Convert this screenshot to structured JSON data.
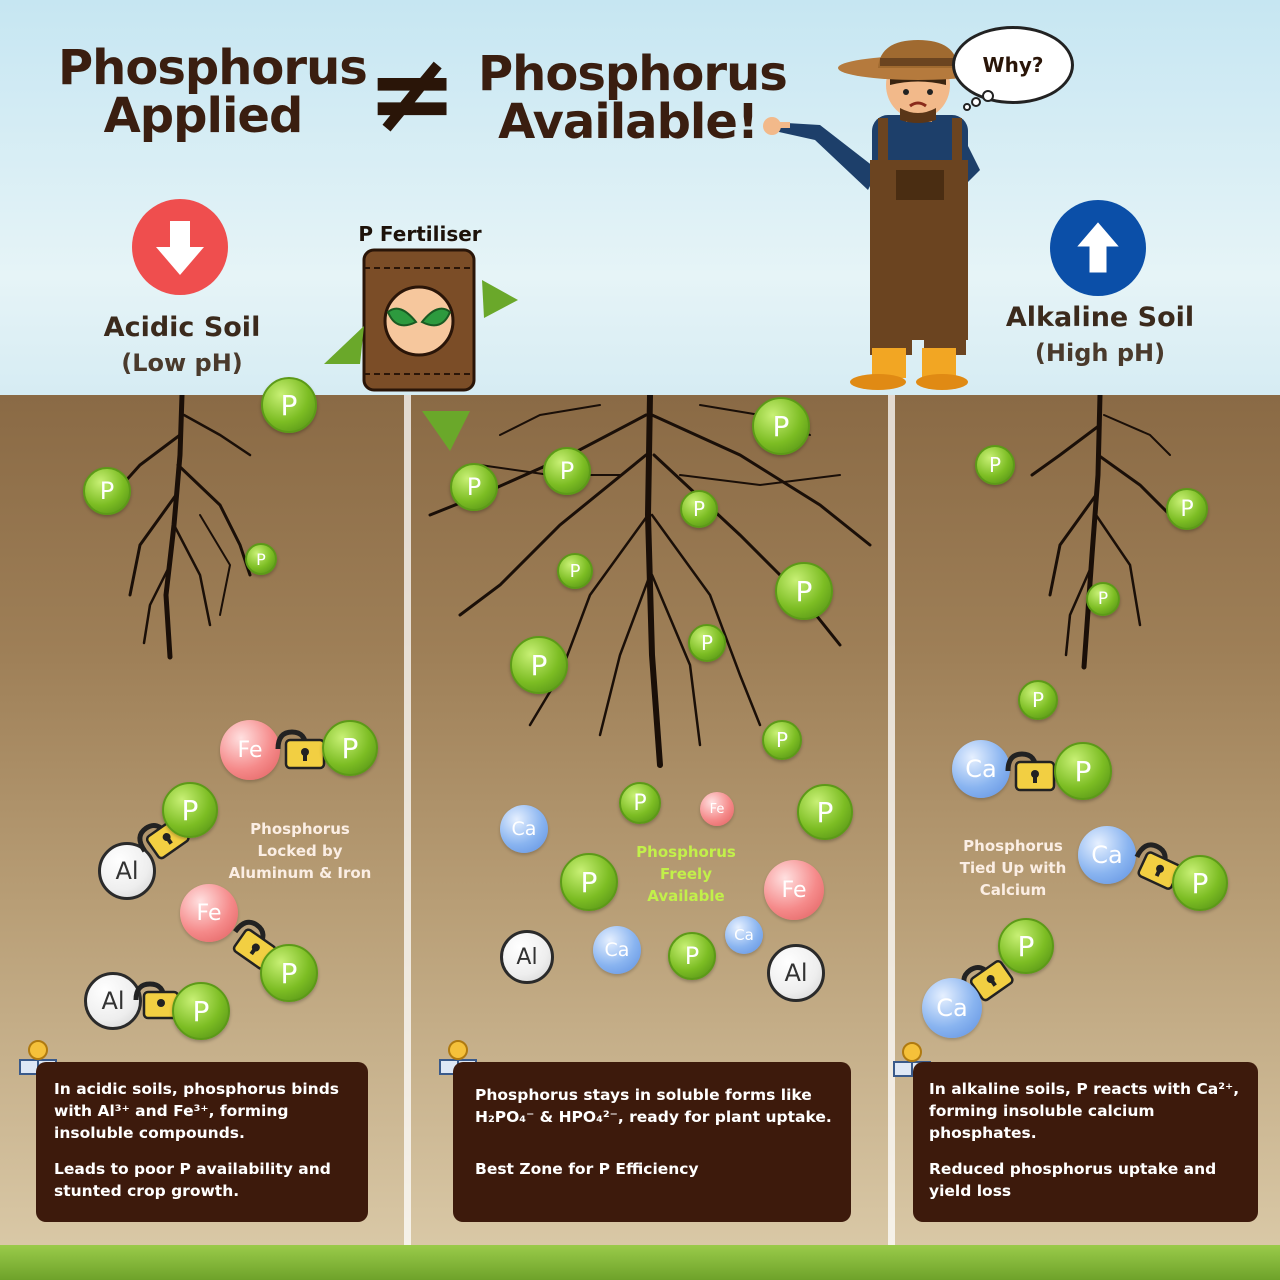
{
  "header": {
    "left_title": [
      "Phosphorus",
      "Applied"
    ],
    "neq_symbol": "≠",
    "right_title": [
      "Phosphorus",
      "Available!"
    ]
  },
  "farmer": {
    "speech": "Why?"
  },
  "fertiliser": {
    "label": "P Fertiliser"
  },
  "acidic": {
    "title": "Acidic Soil",
    "subtitle": "(Low pH)",
    "arrow_icon": "arrow-down-icon",
    "arrow_color": "#ef4e4e",
    "note": [
      "Phosphorus",
      "Locked by",
      "Aluminum & Iron"
    ],
    "info": [
      "In acidic soils, phosphorus binds with Al³⁺ and Fe³⁺, forming insoluble compounds.",
      "Leads to poor P availability and stunted crop growth."
    ]
  },
  "neutral": {
    "note": [
      "Phosphorus",
      "Freely",
      "Available"
    ],
    "info": [
      "Phosphorus stays in soluble forms like H₂PO₄⁻ & HPO₄²⁻, ready for plant uptake.",
      "Best Zone for P Efficiency"
    ]
  },
  "alkaline": {
    "title": "Alkaline Soil",
    "subtitle": "(High pH)",
    "arrow_icon": "arrow-up-icon",
    "arrow_color": "#0b4fa8",
    "note": [
      "Phosphorus",
      "Tied Up with",
      "Calcium"
    ],
    "info": [
      "In alkaline soils, P reacts with Ca²⁺, forming insoluble calcium phosphates.",
      "Reduced phosphorus uptake and yield loss"
    ]
  },
  "atoms": {
    "p": "P",
    "fe": "Fe",
    "al": "Al",
    "ca": "Ca"
  },
  "colors": {
    "phosphorus": "#7cbd23",
    "iron": "#f58a8a",
    "calcium": "#89b4f0",
    "info_box": "#3d1a0c",
    "title": "#3a1e10"
  }
}
